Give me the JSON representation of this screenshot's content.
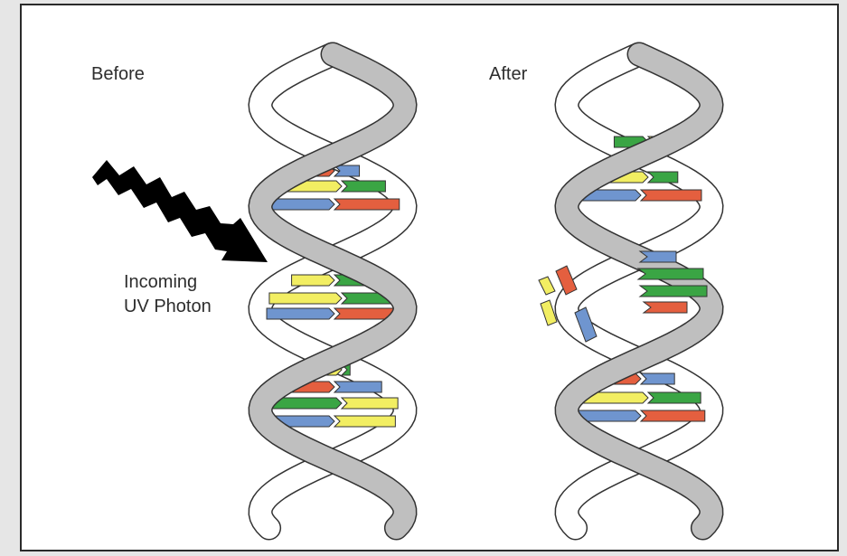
{
  "labels": {
    "before": "Before",
    "after": "After",
    "photon_line1": "Incoming",
    "photon_line2": "UV Photon"
  },
  "colors": {
    "green": "#3aa544",
    "yellow": "#f2ee62",
    "blue": "#6f95cf",
    "orange": "#e45f3f",
    "backbone_front": "#bfbfbf",
    "backbone_back": "#ffffff",
    "outline": "#333333",
    "arrow": "#000000"
  },
  "icons": {
    "photon": "uv-photon-arrow-icon"
  }
}
